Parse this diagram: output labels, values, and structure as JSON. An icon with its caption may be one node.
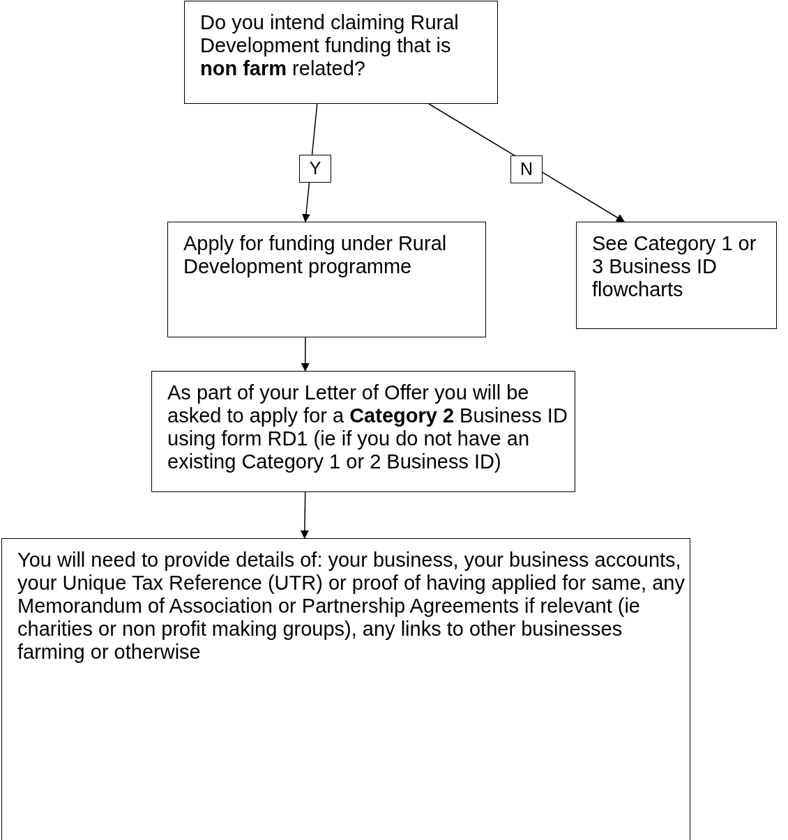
{
  "diagram": {
    "nodes": [
      {
        "text": [
          "Do you intend claiming Rural Development funding that is **non farm** related?"
        ]
      },
      {
        "text": [
          "Apply for funding under Rural Development programme"
        ]
      },
      {
        "text": [
          "See Category 1 or 3 Business ID flowcharts"
        ]
      },
      {
        "text": [
          "As part of your Letter of Offer you will be asked to apply for a **Category 2** Business ID using form RD1 (ie if you do not have an existing Category 1 or 2 Business ID)"
        ]
      },
      {
        "text": [
          "You will need to provide details of: your business, your business accounts, your Unique Tax Reference (UTR) or proof of having applied for same, any Memorandum of Association or Partnership Agreements if relevant (ie charities or non profit making groups), any links to other businesses farming or otherwise"
        ]
      }
    ],
    "edges": [
      {
        "from": 0,
        "to": 1,
        "arrow": "to",
        "label": "Y"
      },
      {
        "from": 0,
        "to": 2,
        "arrow": "to",
        "label": "N"
      },
      {
        "from": 1,
        "to": 3,
        "arrow": "to"
      },
      {
        "from": 3,
        "to": 4,
        "arrow": "to"
      }
    ]
  }
}
